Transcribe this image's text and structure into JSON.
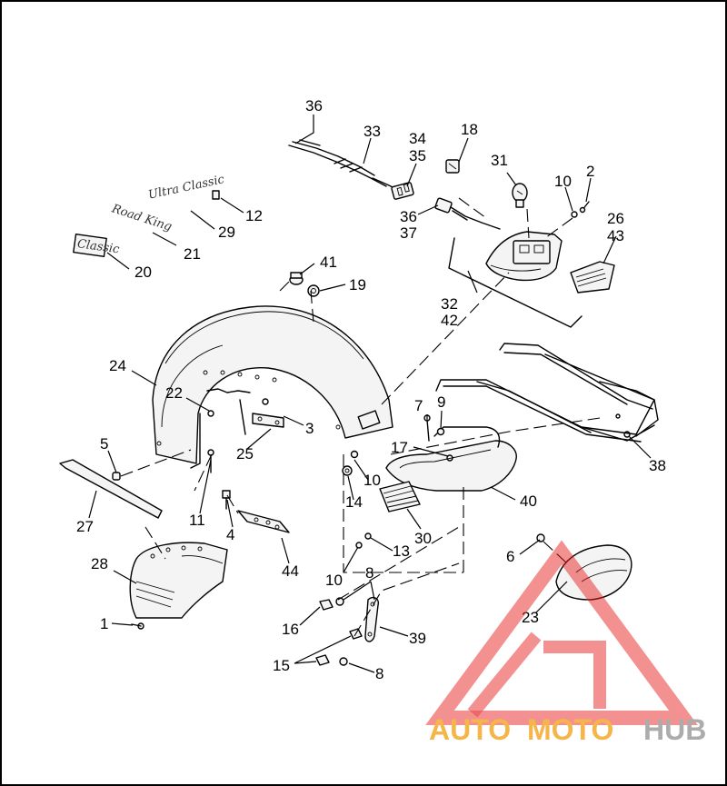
{
  "callouts": [
    {
      "id": "c36a",
      "text": "36"
    },
    {
      "id": "c33",
      "text": "33"
    },
    {
      "id": "c34",
      "text": "34"
    },
    {
      "id": "c35",
      "text": "35"
    },
    {
      "id": "c18",
      "text": "18"
    },
    {
      "id": "c31",
      "text": "31"
    },
    {
      "id": "c10a",
      "text": "10"
    },
    {
      "id": "c2",
      "text": "2"
    },
    {
      "id": "c26",
      "text": "26"
    },
    {
      "id": "c43",
      "text": "43"
    },
    {
      "id": "c12",
      "text": "12"
    },
    {
      "id": "c29",
      "text": "29"
    },
    {
      "id": "c21",
      "text": "21"
    },
    {
      "id": "c20",
      "text": "20"
    },
    {
      "id": "c36b",
      "text": "36"
    },
    {
      "id": "c37",
      "text": "37"
    },
    {
      "id": "c32",
      "text": "32"
    },
    {
      "id": "c42",
      "text": "42"
    },
    {
      "id": "c41",
      "text": "41"
    },
    {
      "id": "c19",
      "text": "19"
    },
    {
      "id": "c24",
      "text": "24"
    },
    {
      "id": "c22",
      "text": "22"
    },
    {
      "id": "c3",
      "text": "3"
    },
    {
      "id": "c25",
      "text": "25"
    },
    {
      "id": "c7",
      "text": "7"
    },
    {
      "id": "c9",
      "text": "9"
    },
    {
      "id": "c38",
      "text": "38"
    },
    {
      "id": "c5",
      "text": "5"
    },
    {
      "id": "c17",
      "text": "17"
    },
    {
      "id": "c10b",
      "text": "10"
    },
    {
      "id": "c14",
      "text": "14"
    },
    {
      "id": "c40",
      "text": "40"
    },
    {
      "id": "c11",
      "text": "11"
    },
    {
      "id": "c4",
      "text": "4"
    },
    {
      "id": "c27",
      "text": "27"
    },
    {
      "id": "c30",
      "text": "30"
    },
    {
      "id": "c13",
      "text": "13"
    },
    {
      "id": "c44",
      "text": "44"
    },
    {
      "id": "c6",
      "text": "6"
    },
    {
      "id": "c10c",
      "text": "10"
    },
    {
      "id": "c8a",
      "text": "8"
    },
    {
      "id": "c28",
      "text": "28"
    },
    {
      "id": "c23",
      "text": "23"
    },
    {
      "id": "c1",
      "text": "1"
    },
    {
      "id": "c16",
      "text": "16"
    },
    {
      "id": "c39",
      "text": "39"
    },
    {
      "id": "c15",
      "text": "15"
    },
    {
      "id": "c8b",
      "text": "8"
    }
  ],
  "emblems": {
    "ultra_classic": "Ultra Classic",
    "road_king": "Road King",
    "classic": "Classic"
  },
  "watermark": {
    "auto": "AUTO",
    "moto": "MOTO",
    "hub": "HUB"
  },
  "colors": {
    "watermark_red": "#e8211f",
    "watermark_orange": "#f5a623",
    "watermark_gray": "#9b9b9b"
  }
}
